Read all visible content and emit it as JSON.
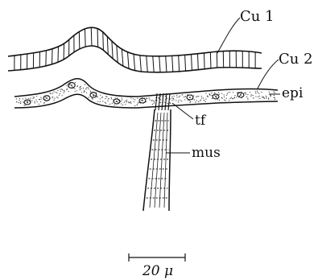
{
  "labels": {
    "cu1": "Cu 1",
    "cu2": "Cu 2",
    "epi": "epi",
    "tf": "tf",
    "mus": "mus"
  },
  "scale_bar": {
    "label": "20 μ"
  }
}
